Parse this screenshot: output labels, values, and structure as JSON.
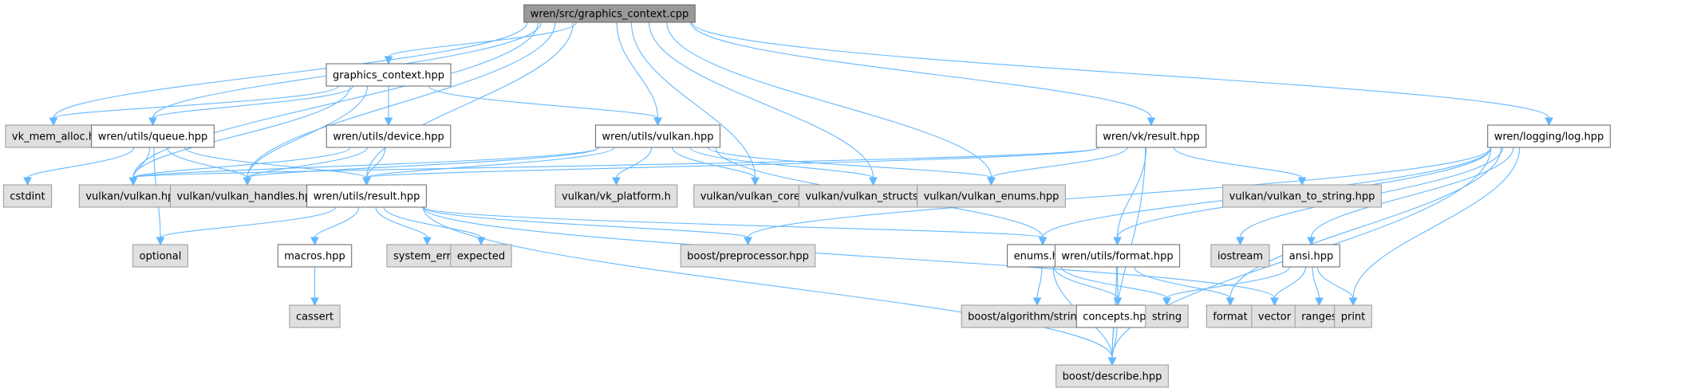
{
  "diagram": {
    "type": "include-dependency-graph",
    "colors": {
      "edge": "#63b8ff",
      "root_fill": "#999999",
      "local_fill": "#ffffff",
      "system_fill": "#e0e0e0"
    },
    "nodes": [
      {
        "id": "gc_cpp",
        "label": "wren/src/graphics_context.cpp",
        "kind": "root"
      },
      {
        "id": "gc_hpp",
        "label": "graphics_context.hpp",
        "kind": "local"
      },
      {
        "id": "vk_mem_alloc",
        "label": "vk_mem_alloc.h",
        "kind": "system"
      },
      {
        "id": "queue",
        "label": "wren/utils/queue.hpp",
        "kind": "local"
      },
      {
        "id": "device",
        "label": "wren/utils/device.hpp",
        "kind": "local"
      },
      {
        "id": "uvulkan",
        "label": "wren/utils/vulkan.hpp",
        "kind": "local"
      },
      {
        "id": "vkresult",
        "label": "wren/vk/result.hpp",
        "kind": "local"
      },
      {
        "id": "log",
        "label": "wren/logging/log.hpp",
        "kind": "local"
      },
      {
        "id": "cstdint",
        "label": "cstdint",
        "kind": "system"
      },
      {
        "id": "vulkan_hpp",
        "label": "vulkan/vulkan.hpp",
        "kind": "system"
      },
      {
        "id": "vulkan_handles",
        "label": "vulkan/vulkan_handles.hpp",
        "kind": "system"
      },
      {
        "id": "uresult",
        "label": "wren/utils/result.hpp",
        "kind": "local"
      },
      {
        "id": "vk_platform",
        "label": "vulkan/vk_platform.h",
        "kind": "system"
      },
      {
        "id": "vulkan_core",
        "label": "vulkan/vulkan_core.h",
        "kind": "system"
      },
      {
        "id": "vulkan_structs",
        "label": "vulkan/vulkan_structs.hpp",
        "kind": "system"
      },
      {
        "id": "vulkan_enums",
        "label": "vulkan/vulkan_enums.hpp",
        "kind": "system"
      },
      {
        "id": "vulkan_to_string",
        "label": "vulkan/vulkan_to_string.hpp",
        "kind": "system"
      },
      {
        "id": "optional",
        "label": "optional",
        "kind": "system"
      },
      {
        "id": "macros",
        "label": "macros.hpp",
        "kind": "local"
      },
      {
        "id": "system_error",
        "label": "system_error",
        "kind": "system"
      },
      {
        "id": "expected",
        "label": "expected",
        "kind": "system"
      },
      {
        "id": "preprocessor",
        "label": "boost/preprocessor.hpp",
        "kind": "system"
      },
      {
        "id": "enums",
        "label": "enums.hpp",
        "kind": "local"
      },
      {
        "id": "uformat",
        "label": "wren/utils/format.hpp",
        "kind": "local"
      },
      {
        "id": "iostream",
        "label": "iostream",
        "kind": "system"
      },
      {
        "id": "ansi",
        "label": "ansi.hpp",
        "kind": "local"
      },
      {
        "id": "cassert",
        "label": "cassert",
        "kind": "system"
      },
      {
        "id": "algo_string",
        "label": "boost/algorithm/string.hpp",
        "kind": "system"
      },
      {
        "id": "concepts",
        "label": "concepts.hpp",
        "kind": "local"
      },
      {
        "id": "string",
        "label": "string",
        "kind": "system"
      },
      {
        "id": "format",
        "label": "format",
        "kind": "system"
      },
      {
        "id": "vector",
        "label": "vector",
        "kind": "system"
      },
      {
        "id": "ranges",
        "label": "ranges",
        "kind": "system"
      },
      {
        "id": "print",
        "label": "print",
        "kind": "system"
      },
      {
        "id": "describe",
        "label": "boost/describe.hpp",
        "kind": "system"
      }
    ],
    "edges": [
      [
        "gc_cpp",
        "gc_hpp"
      ],
      [
        "gc_cpp",
        "vk_mem_alloc"
      ],
      [
        "gc_cpp",
        "queue"
      ],
      [
        "gc_cpp",
        "vulkan_hpp"
      ],
      [
        "gc_cpp",
        "vulkan_handles"
      ],
      [
        "gc_cpp",
        "uresult"
      ],
      [
        "gc_cpp",
        "uvulkan"
      ],
      [
        "gc_cpp",
        "vulkan_core"
      ],
      [
        "gc_cpp",
        "vulkan_structs"
      ],
      [
        "gc_cpp",
        "vulkan_enums"
      ],
      [
        "gc_cpp",
        "vkresult"
      ],
      [
        "gc_cpp",
        "log"
      ],
      [
        "gc_hpp",
        "vk_mem_alloc"
      ],
      [
        "gc_hpp",
        "queue"
      ],
      [
        "gc_hpp",
        "device"
      ],
      [
        "gc_hpp",
        "vulkan_hpp"
      ],
      [
        "gc_hpp",
        "vulkan_handles"
      ],
      [
        "gc_hpp",
        "uvulkan"
      ],
      [
        "queue",
        "cstdint"
      ],
      [
        "queue",
        "vulkan_hpp"
      ],
      [
        "queue",
        "vulkan_handles"
      ],
      [
        "queue",
        "uresult"
      ],
      [
        "queue",
        "optional"
      ],
      [
        "device",
        "vulkan_hpp"
      ],
      [
        "device",
        "vulkan_handles"
      ],
      [
        "device",
        "uresult"
      ],
      [
        "uvulkan",
        "vulkan_hpp"
      ],
      [
        "uvulkan",
        "vulkan_handles"
      ],
      [
        "uvulkan",
        "uresult"
      ],
      [
        "uvulkan",
        "vk_platform"
      ],
      [
        "uvulkan",
        "vulkan_core"
      ],
      [
        "uvulkan",
        "vulkan_structs"
      ],
      [
        "uvulkan",
        "vulkan_enums"
      ],
      [
        "uvulkan",
        "enums"
      ],
      [
        "vkresult",
        "vulkan_hpp"
      ],
      [
        "vkresult",
        "uresult"
      ],
      [
        "vkresult",
        "vulkan_enums"
      ],
      [
        "vkresult",
        "vulkan_to_string"
      ],
      [
        "vkresult",
        "describe"
      ],
      [
        "vkresult",
        "uformat"
      ],
      [
        "uresult",
        "optional"
      ],
      [
        "uresult",
        "macros"
      ],
      [
        "uresult",
        "system_error"
      ],
      [
        "uresult",
        "expected"
      ],
      [
        "uresult",
        "preprocessor"
      ],
      [
        "uresult",
        "enums"
      ],
      [
        "uresult",
        "describe"
      ],
      [
        "uresult",
        "vector"
      ],
      [
        "macros",
        "cassert"
      ],
      [
        "enums",
        "algo_string"
      ],
      [
        "enums",
        "concepts"
      ],
      [
        "enums",
        "string"
      ],
      [
        "enums",
        "describe"
      ],
      [
        "uformat",
        "concepts"
      ],
      [
        "uformat",
        "format"
      ],
      [
        "uformat",
        "describe"
      ],
      [
        "concepts",
        "describe"
      ],
      [
        "log",
        "enums"
      ],
      [
        "log",
        "uformat"
      ],
      [
        "log",
        "iostream"
      ],
      [
        "log",
        "ansi"
      ],
      [
        "log",
        "format"
      ],
      [
        "log",
        "print"
      ],
      [
        "log",
        "describe"
      ],
      [
        "log",
        "preprocessor"
      ],
      [
        "ansi",
        "string"
      ],
      [
        "ansi",
        "vector"
      ],
      [
        "ansi",
        "ranges"
      ],
      [
        "ansi",
        "print"
      ]
    ]
  }
}
